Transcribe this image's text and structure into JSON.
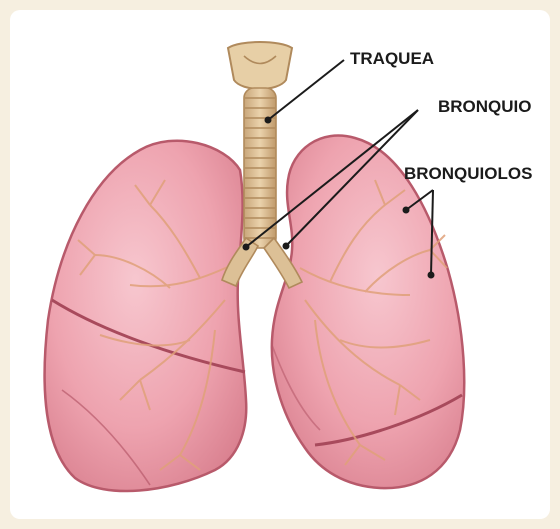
{
  "colors": {
    "background": "#f6efe0",
    "panel": "#ffffff",
    "lung_fill": "#f1aeb8",
    "lung_dark": "#b85a6b",
    "trachea": "#d9bf95",
    "vessel": "#e2a37a",
    "label": "#1b1b1b"
  },
  "labels": {
    "trachea": "TRAQUEA",
    "bronchus": "BRONQUIO",
    "bronchioles": "BRONQUIOLOS"
  }
}
